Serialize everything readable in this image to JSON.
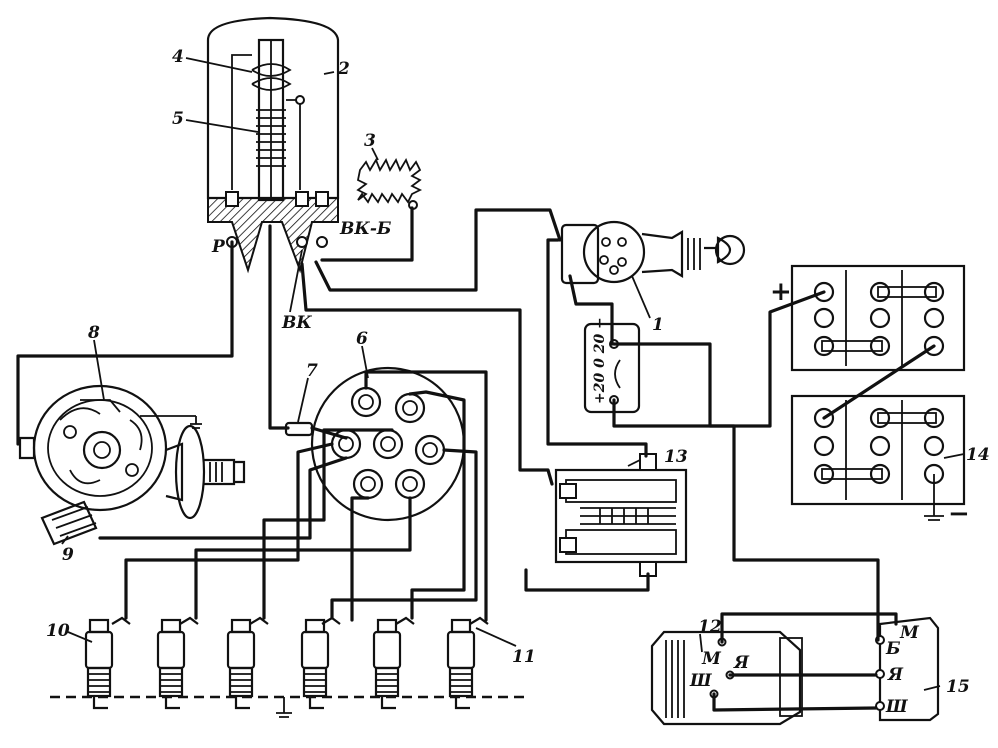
{
  "labels": {
    "coil_p": "Р",
    "coil_vk": "ВК",
    "coil_vkb": "ВК-Б",
    "gen_m": "М",
    "gen_ya": "Я",
    "gen_sh": "Ш",
    "reg_b": "Б",
    "reg_ya": "Я",
    "reg_sh": "Ш",
    "reg_m": "М",
    "ammeter_scale": "+20 0 20 −",
    "plus": "+",
    "minus": "−"
  },
  "callouts": {
    "n1": "1",
    "n2": "2",
    "n3": "3",
    "n4": "4",
    "n5": "5",
    "n6": "6",
    "n7": "7",
    "n8": "8",
    "n9": "9",
    "n10": "10",
    "n11": "11",
    "n12": "12",
    "n13": "13",
    "n14": "14",
    "n15": "15"
  }
}
